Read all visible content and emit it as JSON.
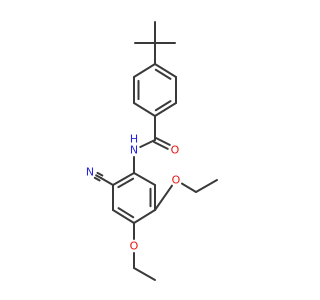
{
  "molecule": {
    "atoms": [
      {
        "id": "tbu_c",
        "label": "",
        "name": "tert-butyl-quaternary-carbon"
      },
      {
        "id": "tbu_m1",
        "label": "",
        "name": "tert-butyl-methyl-top"
      },
      {
        "id": "tbu_m2",
        "label": "",
        "name": "tert-butyl-methyl-left"
      },
      {
        "id": "tbu_m3",
        "label": "",
        "name": "tert-butyl-methyl-right"
      },
      {
        "id": "a1",
        "label": "",
        "name": "benzoyl-ring-c1"
      },
      {
        "id": "a2",
        "label": "",
        "name": "benzoyl-ring-c2"
      },
      {
        "id": "a3",
        "label": "",
        "name": "benzoyl-ring-c3"
      },
      {
        "id": "a4",
        "label": "",
        "name": "benzoyl-ring-c4"
      },
      {
        "id": "a5",
        "label": "",
        "name": "benzoyl-ring-c5"
      },
      {
        "id": "a6",
        "label": "",
        "name": "benzoyl-ring-c6"
      },
      {
        "id": "carbonyl_c",
        "label": "",
        "name": "carbonyl-carbon"
      },
      {
        "id": "o_carbonyl",
        "label": "O",
        "name": "carbonyl-oxygen",
        "color": "#e8150e"
      },
      {
        "id": "n_amide",
        "label": "N",
        "name": "amide-nitrogen",
        "color": "#2323e0",
        "hlabel": "H"
      },
      {
        "id": "b1",
        "label": "",
        "name": "aniline-ring-c1"
      },
      {
        "id": "b2",
        "label": "",
        "name": "aniline-ring-c2"
      },
      {
        "id": "b3",
        "label": "",
        "name": "aniline-ring-c3"
      },
      {
        "id": "b4",
        "label": "",
        "name": "aniline-ring-c4"
      },
      {
        "id": "b5",
        "label": "",
        "name": "aniline-ring-c5"
      },
      {
        "id": "b6",
        "label": "",
        "name": "aniline-ring-c6"
      },
      {
        "id": "nitrile_c",
        "label": "",
        "name": "nitrile-carbon"
      },
      {
        "id": "nitrile_n",
        "label": "N",
        "name": "nitrile-nitrogen",
        "color": "#2323e0"
      },
      {
        "id": "o_ether1",
        "label": "O",
        "name": "ethoxy-oxygen-upper",
        "color": "#e8150e"
      },
      {
        "id": "et1_c1",
        "label": "",
        "name": "ethoxy-upper-ch2"
      },
      {
        "id": "et1_c2",
        "label": "",
        "name": "ethoxy-upper-ch3"
      },
      {
        "id": "o_ether2",
        "label": "O",
        "name": "ethoxy-oxygen-lower",
        "color": "#e8150e"
      },
      {
        "id": "et2_c1",
        "label": "",
        "name": "ethoxy-lower-ch2"
      },
      {
        "id": "et2_c2",
        "label": "",
        "name": "ethoxy-lower-ch3"
      }
    ],
    "bond_color": "#3a3a3a"
  }
}
